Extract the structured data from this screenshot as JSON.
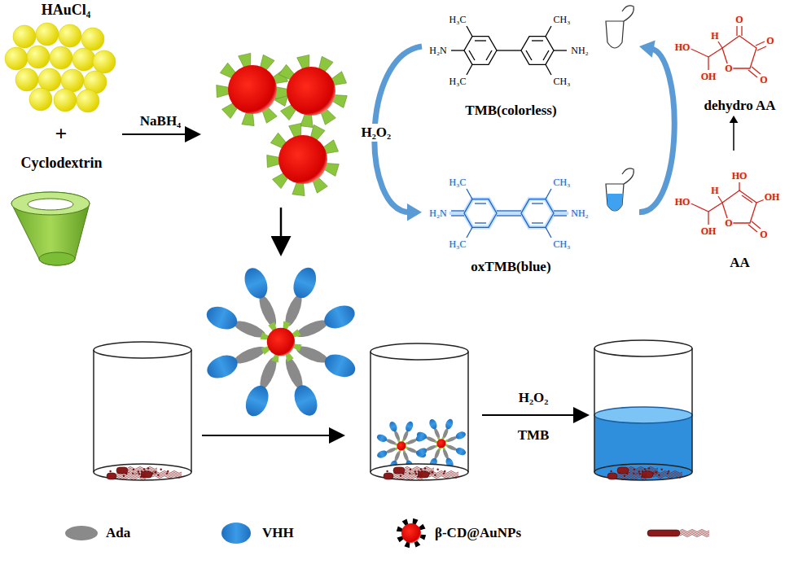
{
  "diagram": {
    "nodes": [
      {
        "text": [
          "HAuCl₄"
        ]
      },
      {
        "text": [
          "Cyclodextrin"
        ]
      },
      {
        "text": [
          "TMB(colorless)"
        ]
      },
      {
        "text": [
          "oxTMB(blue)"
        ]
      },
      {
        "text": [
          "dehydro AA"
        ]
      },
      {
        "text": [
          "AA"
        ]
      }
    ],
    "edges": [
      {
        "from": 2,
        "to": 3,
        "arrow": "to",
        "label": "H₂O₂"
      },
      {
        "from": 3,
        "to": 2,
        "arrow": "to"
      },
      {
        "from": 5,
        "to": 4,
        "arrow": "to"
      }
    ],
    "labels": [
      "+",
      "NaBH₄",
      "H₃C",
      "H₂N",
      "H₃C",
      "CH₃",
      "NH₂",
      "CH₃",
      "H₃C",
      "H₂N",
      "H₃C",
      "CH₃",
      "NH₂",
      "CH₃",
      "O",
      "O",
      "H",
      "HO",
      "OH",
      "O",
      "O",
      "HO",
      "OH",
      "H",
      "HO",
      "OH",
      "O",
      "O",
      "H₂O₂",
      "TMB"
    ],
    "legend": [
      {
        "text": "Ada"
      },
      {
        "text": "VHH"
      },
      {
        "text": "β-CD@AuNPs"
      }
    ]
  }
}
